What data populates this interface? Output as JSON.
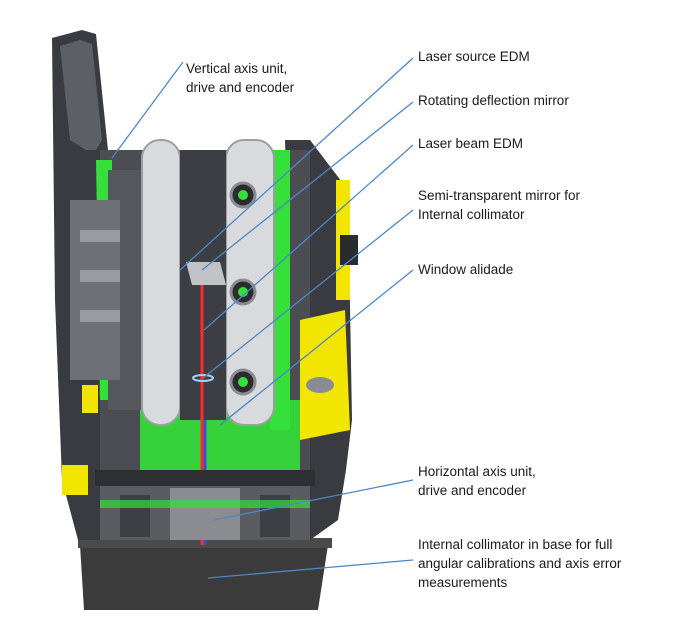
{
  "colors": {
    "housing_dark": "#3a3b40",
    "housing_mid": "#5d5f66",
    "housing_light": "#8a8c92",
    "accent_green": "#35e03a",
    "accent_yellow": "#f2e600",
    "disc_silver": "#d9dadd",
    "laser_red": "#ff2a2a",
    "laser_blue": "#3a4fd8",
    "leader_blue": "#4f86c6",
    "base_dark": "#3b3b3b"
  },
  "labels": {
    "vertical_axis": {
      "lines": [
        "Vertical axis unit,",
        "drive and encoder"
      ]
    },
    "laser_source": {
      "lines": [
        "Laser source EDM"
      ]
    },
    "deflection_mirror": {
      "lines": [
        "Rotating deflection mirror"
      ]
    },
    "laser_beam": {
      "lines": [
        "Laser beam EDM"
      ]
    },
    "semi_mirror": {
      "lines": [
        "Semi-transparent mirror for",
        "Internal collimator"
      ]
    },
    "window_alidade": {
      "lines": [
        "Window alidade"
      ]
    },
    "horizontal_axis": {
      "lines": [
        "Horizontal axis unit,",
        "drive and encoder"
      ]
    },
    "internal_collimator": {
      "lines": [
        "Internal collimator in base for full",
        "angular calibrations and axis error",
        "measurements"
      ]
    }
  }
}
